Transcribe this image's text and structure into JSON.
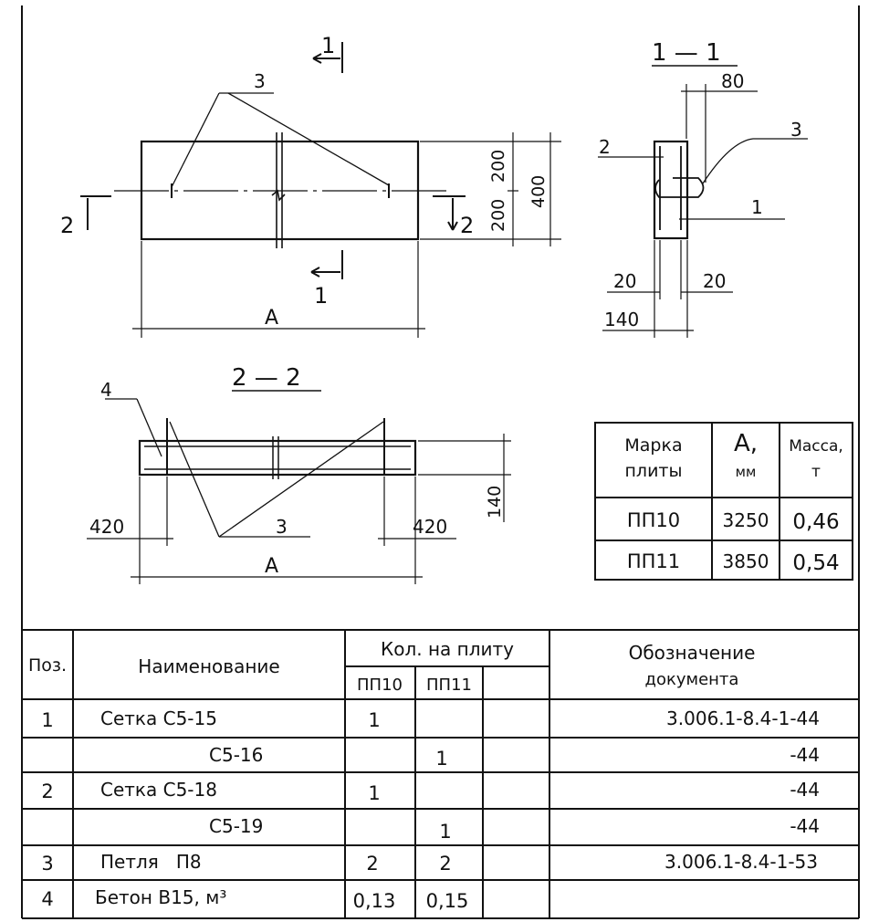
{
  "plan": {
    "section_mark_top": "1",
    "section_mark_bottom": "1",
    "section_mark_left": "2",
    "section_mark_right": "2",
    "callout_3": "3",
    "dim_200_top": "200",
    "dim_200_bottom": "200",
    "dim_400": "400",
    "dim_A": "А"
  },
  "section_1_1": {
    "title": "1 — 1",
    "dim_80": "80",
    "callout_2": "2",
    "callout_3": "3",
    "callout_1": "1",
    "dim_20_left": "20",
    "dim_20_right": "20",
    "dim_140": "140"
  },
  "section_2_2": {
    "title": "2 — 2",
    "callout_4": "4",
    "callout_3": "3",
    "dim_420_left": "420",
    "dim_420_right": "420",
    "dim_140": "140",
    "dim_A": "А"
  },
  "mark_table": {
    "headers": {
      "mark_line1": "Марка",
      "mark_line2": "плиты",
      "a_line1": "А,",
      "a_line2": "мм",
      "mass_line1": "Масса,",
      "mass_line2": "т"
    },
    "rows": [
      {
        "mark": "ПП10",
        "a": "3250",
        "mass": "0,46"
      },
      {
        "mark": "ПП11",
        "a": "3850",
        "mass": "0,54"
      }
    ]
  },
  "spec_table": {
    "headers": {
      "pos": "Поз.",
      "name": "Наименование",
      "qty": "Кол. на плиту",
      "qty_pp10": "ПП10",
      "qty_pp11": "ПП11",
      "doc_line1": "Обозначение",
      "doc_line2": "документа"
    },
    "rows": [
      {
        "pos": "1",
        "name": "Сетка С5-15",
        "pp10": "1",
        "pp11": "",
        "doc": "3.006.1-8.4-1-44"
      },
      {
        "pos": "",
        "name": "С5-16",
        "pp10": "",
        "pp11": "1",
        "doc": "-44"
      },
      {
        "pos": "2",
        "name": "Сетка С5-18",
        "pp10": "1",
        "pp11": "",
        "doc": "-44"
      },
      {
        "pos": "",
        "name": "С5-19",
        "pp10": "",
        "pp11": "1",
        "doc": "-44"
      },
      {
        "pos": "3",
        "name": "Петля   П8",
        "pp10": "2",
        "pp11": "2",
        "doc": "3.006.1-8.4-1-53"
      },
      {
        "pos": "4",
        "name": "Бетон В15, м³",
        "pp10": "0,13",
        "pp11": "0,15",
        "doc": ""
      }
    ]
  }
}
